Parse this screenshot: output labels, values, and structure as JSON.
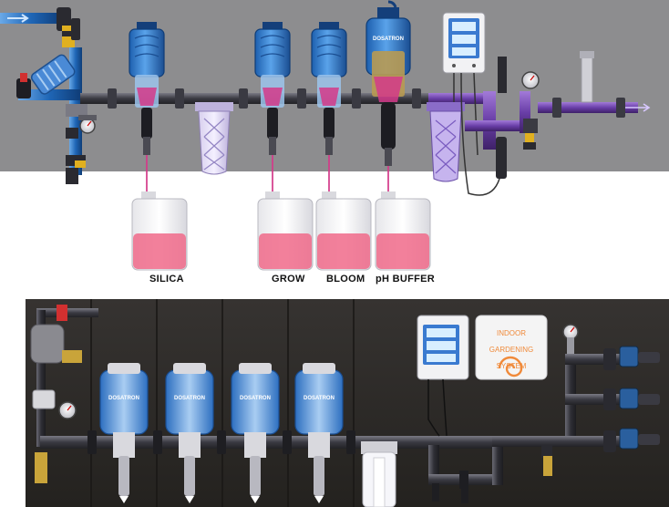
{
  "labels": {
    "silica": "SILICA",
    "grow": "GROW",
    "bloom": "BLOOM",
    "ph_buffer": "pH BUFFER"
  },
  "dosatron_brand": "DOSATRON",
  "sign": {
    "line1": "INDOOR",
    "line2": "GARDENING",
    "line3": "SYSTEM"
  },
  "colors": {
    "wall_top": "#8d8d8f",
    "wall_bottom": "#2b2927",
    "pipe_top": "#4a4a52",
    "pipe_purple": "#6e46a8",
    "pipe_blue": "#2a73c4",
    "doser_blue": "#3f86d1",
    "doser_magenta": "#d43a8a",
    "nutrient_pink": "#f06a8a",
    "sign_orange": "#f08a3a"
  }
}
